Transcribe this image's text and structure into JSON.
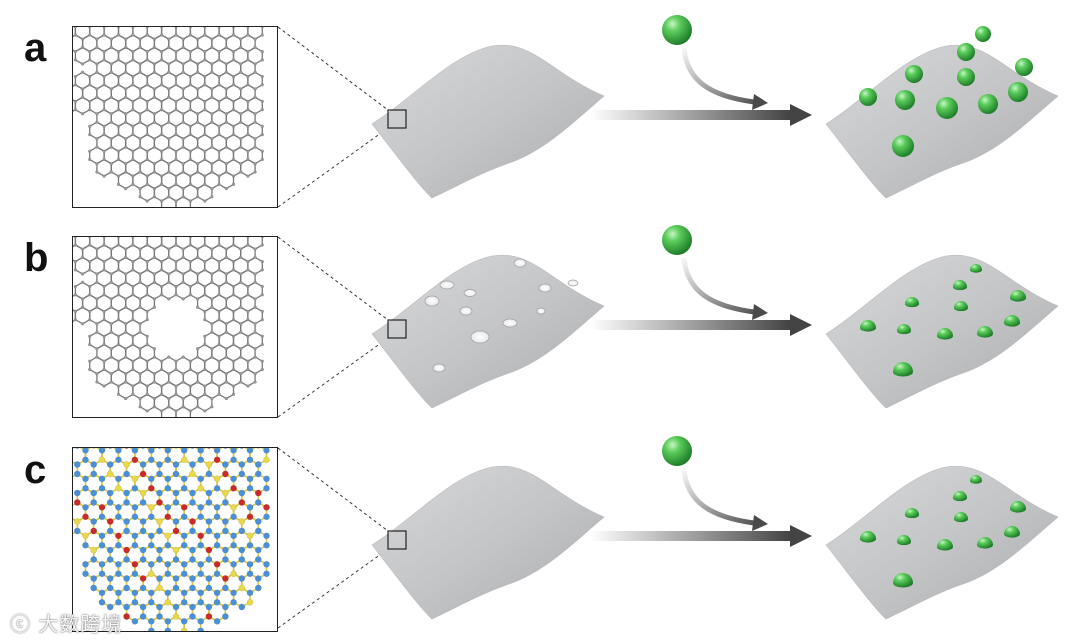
{
  "panels": [
    {
      "label": "a",
      "variant": "pristine-graphene"
    },
    {
      "label": "b",
      "variant": "holey-graphene"
    },
    {
      "label": "c",
      "variant": "hydrogen-bonded-framework"
    }
  ],
  "colors": {
    "bond": "#7a7a7a",
    "atom": "#9a9a9a",
    "sphere": "#3fae4a",
    "sheet": "#c9cacb",
    "arrow": "#555555",
    "frame_atom_blue": "#4a90d9",
    "frame_atom_red": "#cc2a2a",
    "frame_atom_yellow": "#e8d84a"
  },
  "watermark": "ⓒ 大数跨境"
}
